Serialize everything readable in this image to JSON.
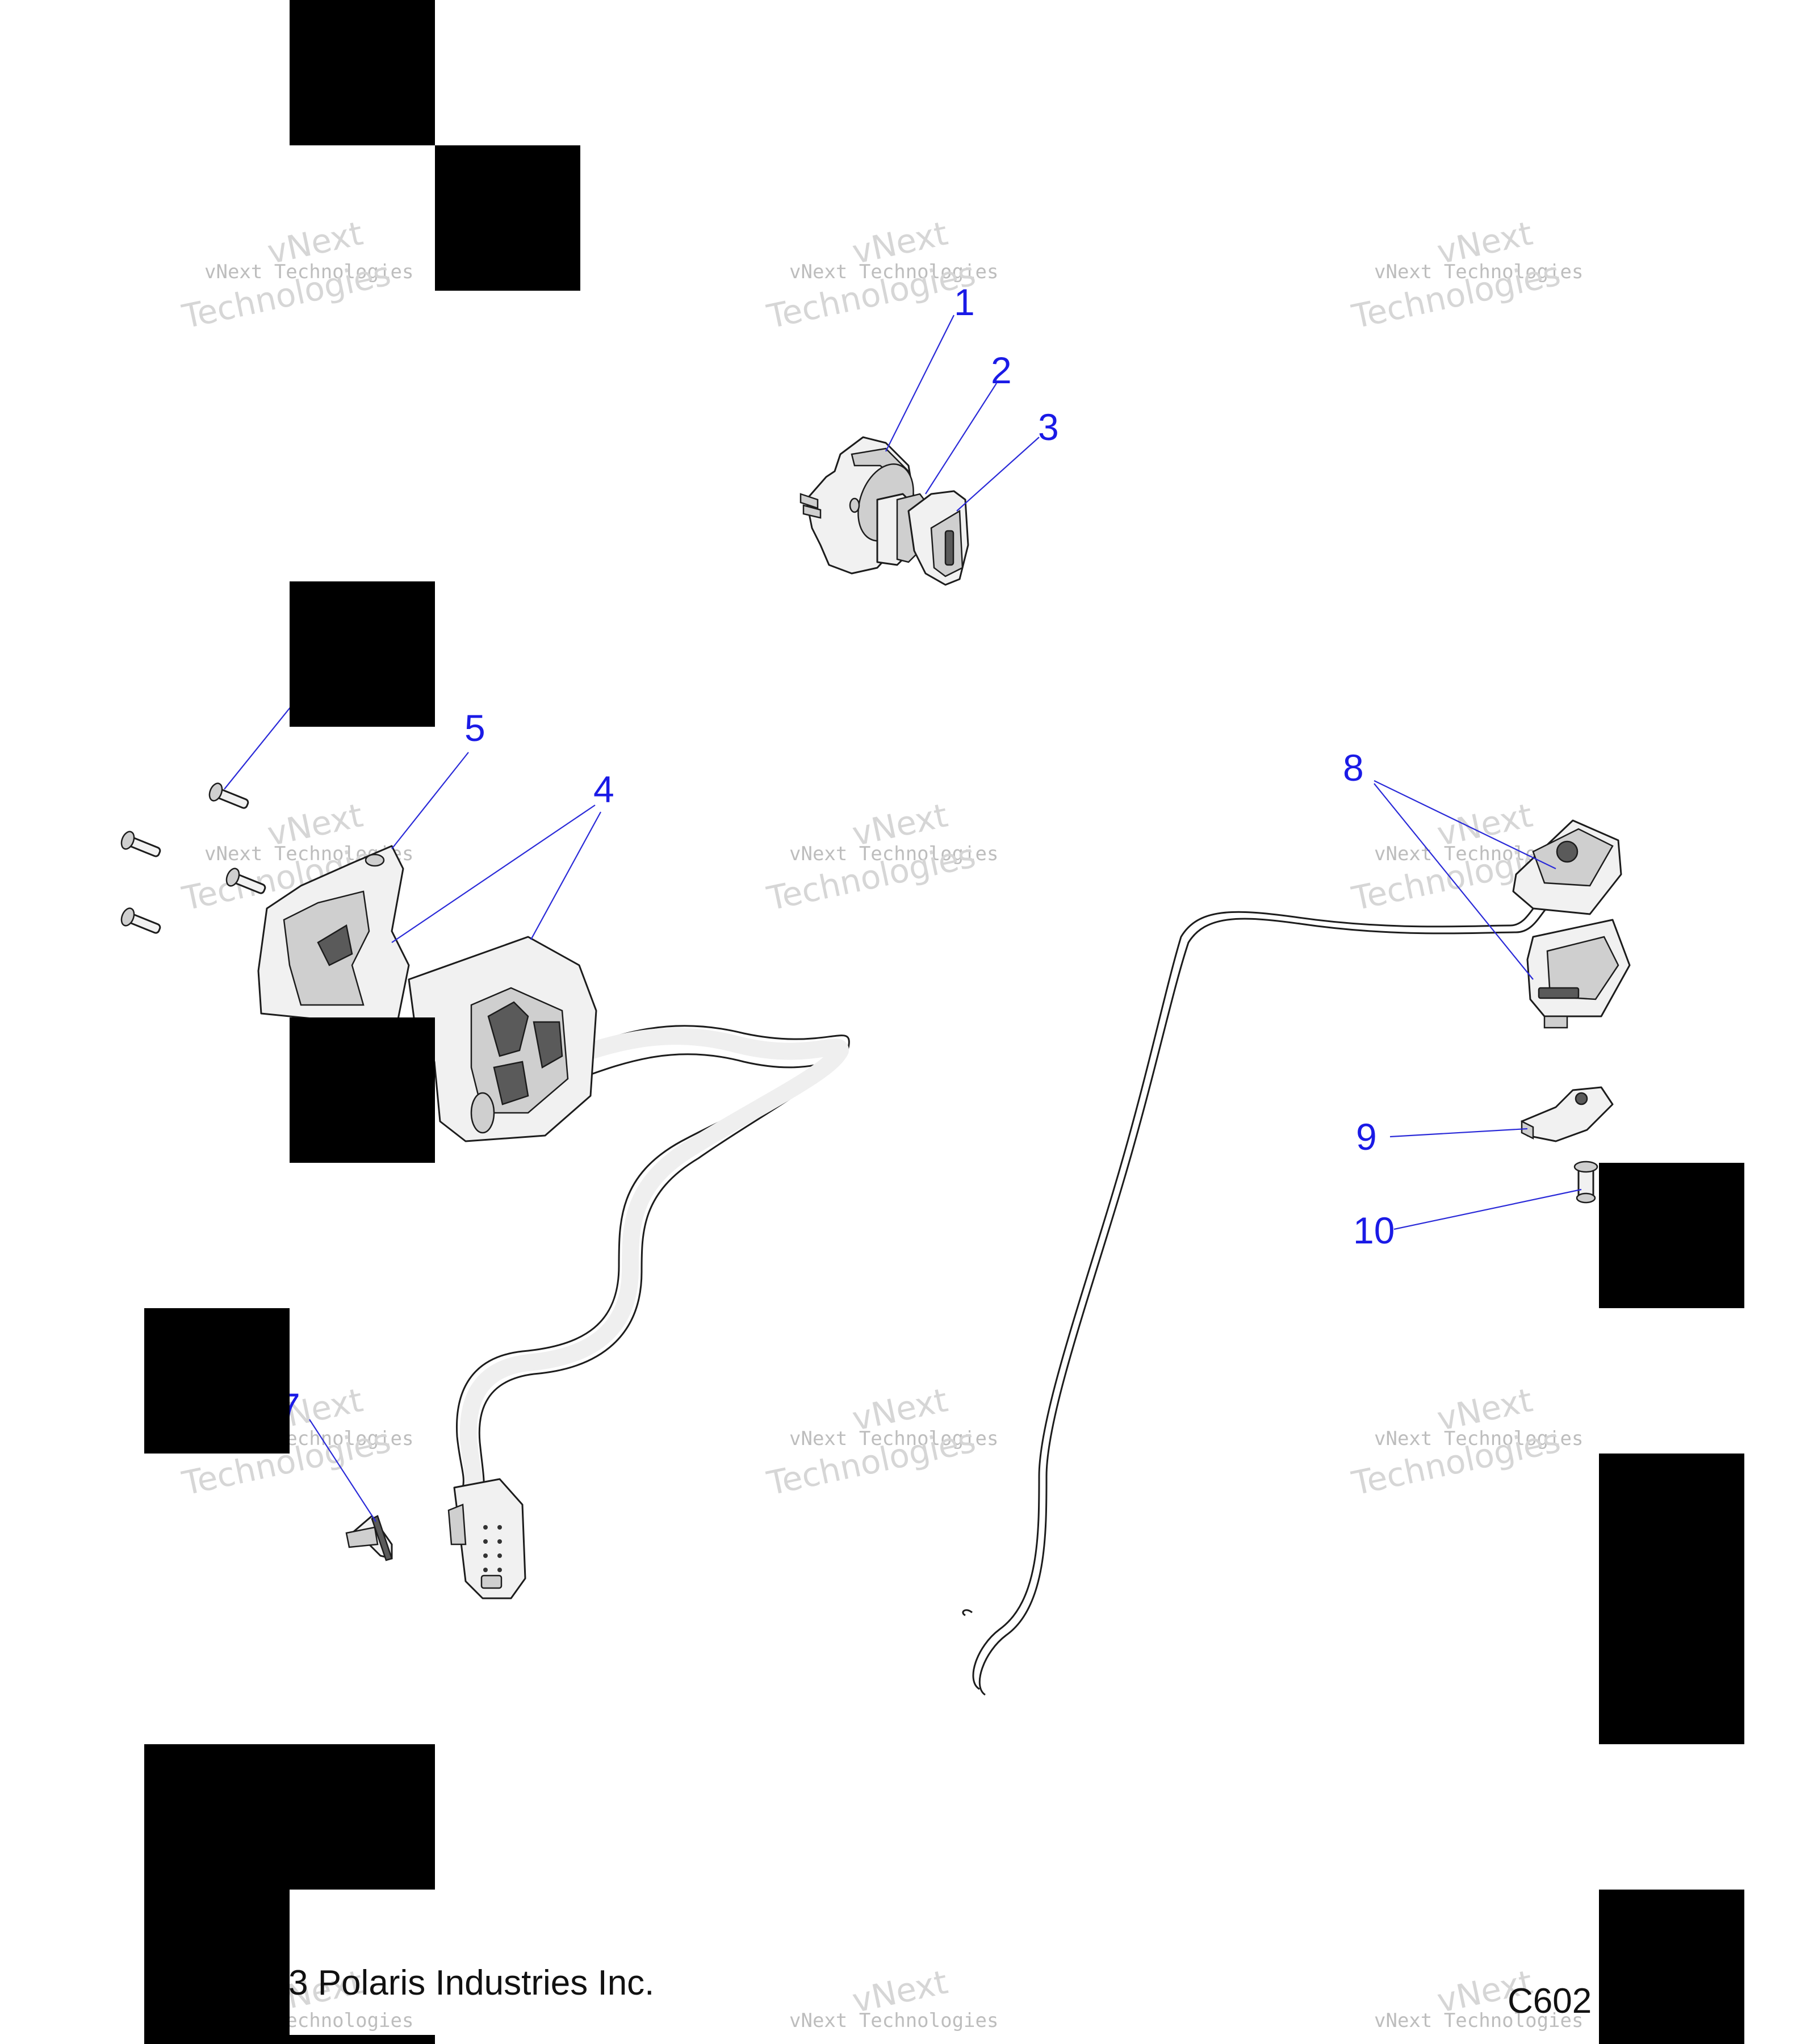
{
  "diagram": {
    "callouts": {
      "c1": "1",
      "c2": "2",
      "c3": "3",
      "c4": "4",
      "c5": "5",
      "c7": "7",
      "c8": "8",
      "c9": "9",
      "c10": "10"
    },
    "watermark": {
      "line1": "vNext Technologies",
      "line2": "vNext",
      "line3": "Technologies"
    },
    "footer": {
      "copyright": "3 Polaris Industries Inc.",
      "drawing_code": "C602"
    },
    "colors": {
      "callout": "#1a1ae6",
      "leader": "#2a2ad8",
      "redaction": "#000000"
    }
  }
}
